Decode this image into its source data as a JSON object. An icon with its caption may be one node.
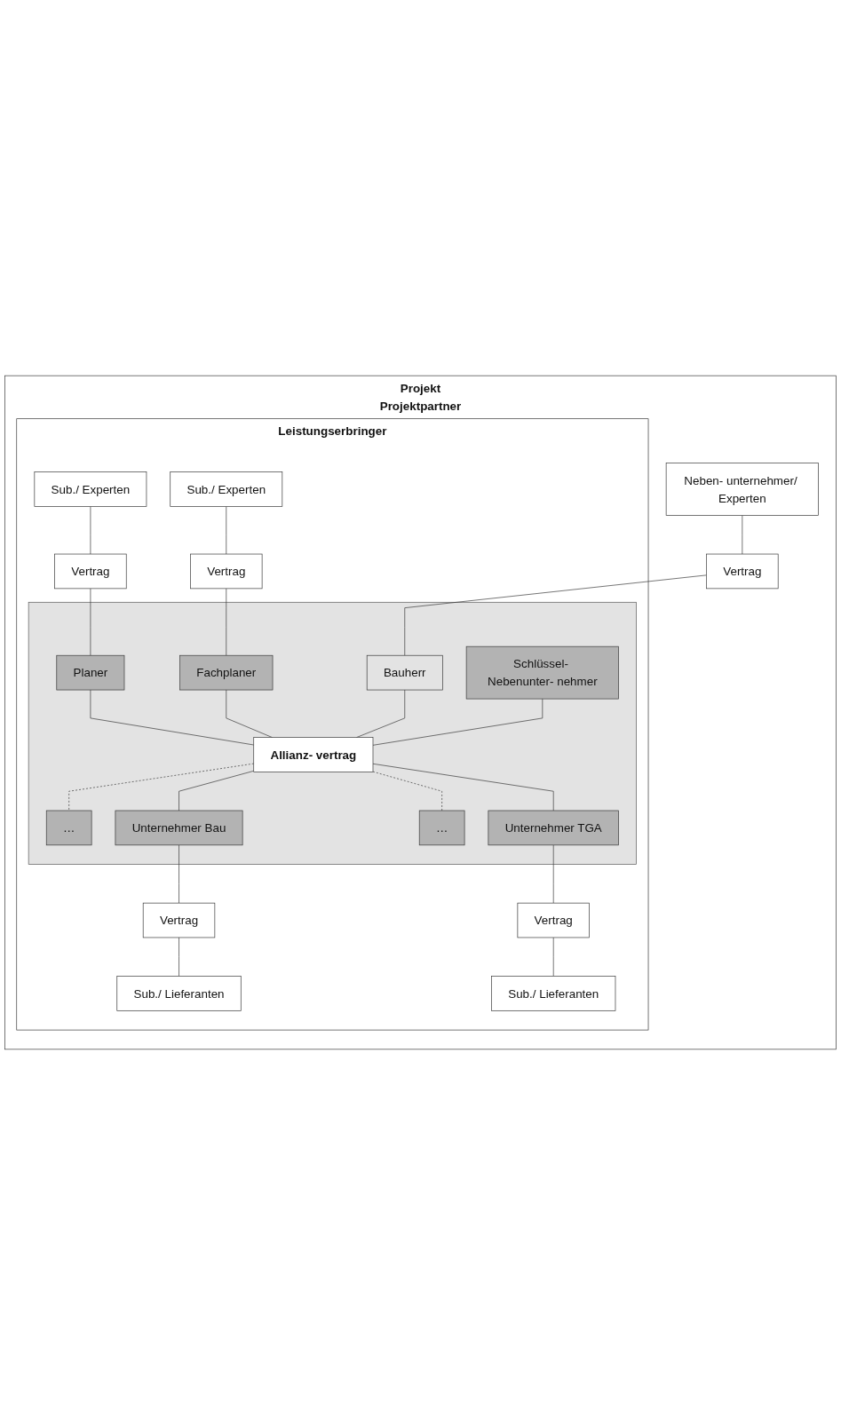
{
  "diagram": {
    "nodes": [
      {
        "text": [
          "Projekt",
          "Projektpartner"
        ]
      },
      {
        "text": [
          "Neben- unternehmer/ Experten"
        ],
        "in": 0
      },
      {
        "text": [
          "Vertrag"
        ],
        "in": 0
      },
      {
        "text": [
          "Leistungserbringer"
        ],
        "in": 0
      },
      {
        "text": [
          "Sub./ Experten"
        ],
        "in": 3
      },
      {
        "text": [
          "Sub./ Experten"
        ],
        "in": 3
      },
      {
        "text": [
          "Vertrag"
        ],
        "in": 3
      },
      {
        "text": [
          "Vertrag"
        ],
        "in": 3
      },
      {
        "text": [],
        "shape": "box",
        "in": 3
      },
      {
        "text": [
          "Planer"
        ],
        "in": 8
      },
      {
        "text": [
          "Bauherr"
        ],
        "in": 8
      },
      {
        "text": [
          "Fachplaner"
        ],
        "in": 8
      },
      {
        "text": [
          "Schlüssel- Nebenunter- nehmer"
        ],
        "in": 8
      },
      {
        "text": [
          "Allianz- vertrag"
        ],
        "in": 8
      },
      {
        "text": [
          "…"
        ],
        "in": 8
      },
      {
        "text": [
          "Unternehmer Bau"
        ],
        "in": 8
      },
      {
        "text": [
          "…"
        ],
        "in": 8
      },
      {
        "text": [
          "Unternehmer TGA"
        ],
        "in": 8
      },
      {
        "text": [
          "Vertrag"
        ],
        "in": 3
      },
      {
        "text": [
          "Vertrag"
        ],
        "in": 3
      },
      {
        "text": [
          "Sub./ Lieferanten"
        ],
        "in": 3
      },
      {
        "text": [
          "Sub./ Lieferanten"
        ],
        "in": 3
      }
    ],
    "edges": [
      {
        "from": 1,
        "to": 2,
        "arrow": "none"
      },
      {
        "from": 2,
        "to": 10,
        "arrow": "none"
      },
      {
        "from": 4,
        "to": 6,
        "arrow": "none"
      },
      {
        "from": 6,
        "to": 9,
        "arrow": "none"
      },
      {
        "from": 5,
        "to": 7,
        "arrow": "none"
      },
      {
        "from": 7,
        "to": 11,
        "arrow": "none"
      },
      {
        "from": 9,
        "to": 13,
        "arrow": "none"
      },
      {
        "from": 10,
        "to": 13,
        "arrow": "none"
      },
      {
        "from": 11,
        "to": 13,
        "arrow": "none"
      },
      {
        "from": 12,
        "to": 13,
        "arrow": "none"
      },
      {
        "from": 13,
        "to": 14,
        "arrow": "none",
        "style": "dashed"
      },
      {
        "from": 13,
        "to": 15,
        "arrow": "none"
      },
      {
        "from": 13,
        "to": 16,
        "arrow": "none",
        "style": "dashed"
      },
      {
        "from": 13,
        "to": 17,
        "arrow": "none"
      },
      {
        "from": 15,
        "to": 18,
        "arrow": "none"
      },
      {
        "from": 17,
        "to": 19,
        "arrow": "none"
      },
      {
        "from": 18,
        "to": 20,
        "arrow": "none"
      },
      {
        "from": 19,
        "to": 21,
        "arrow": "none"
      }
    ]
  }
}
